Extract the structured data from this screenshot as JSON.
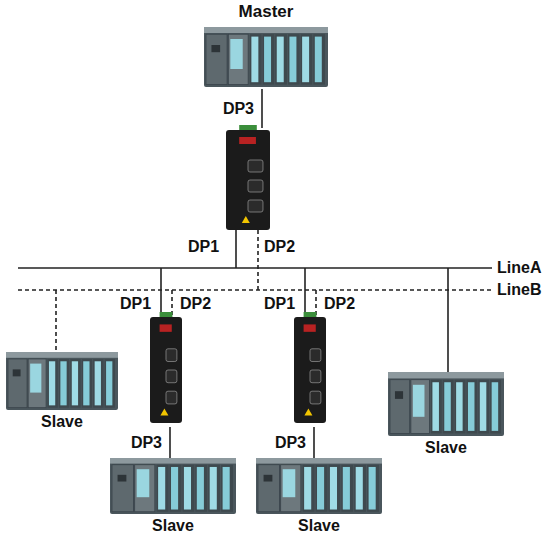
{
  "diagram": {
    "nodes": [
      {
        "text": [
          "Master"
        ]
      },
      {
        "text": [
          "DP1",
          "DP2"
        ]
      },
      {
        "text": [
          "DP1",
          "DP2"
        ]
      },
      {
        "text": [
          "DP1",
          "DP2"
        ]
      },
      {
        "text": [
          "Slave"
        ]
      },
      {
        "text": [
          "Slave"
        ]
      },
      {
        "text": [
          "Slave"
        ]
      },
      {
        "text": [
          "Slave"
        ]
      }
    ],
    "edges": [
      {
        "from": 0,
        "to": 1,
        "arrow": "none",
        "label": "DP3"
      },
      {
        "from": 2,
        "to": 6,
        "arrow": "none",
        "label": "DP3"
      },
      {
        "from": 3,
        "to": 7,
        "arrow": "none",
        "label": "DP3"
      }
    ],
    "labels": [
      "LineA",
      "LineB"
    ]
  }
}
